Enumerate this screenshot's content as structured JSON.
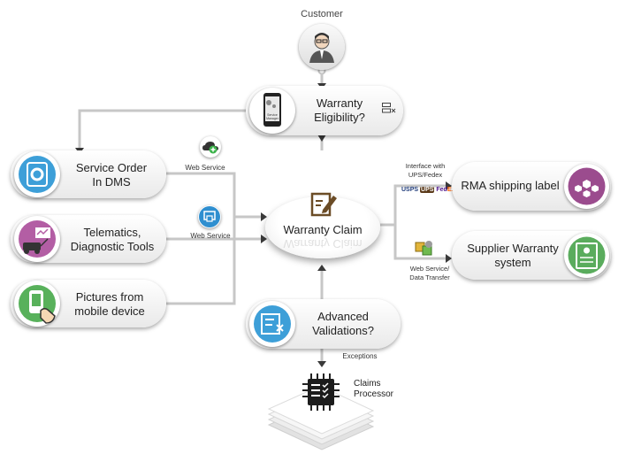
{
  "customer": {
    "label": "Customer",
    "icon": "customer-icon"
  },
  "eligibility": {
    "label_line1": "Warranty",
    "label_line2": "Eligibility?",
    "phone_text_line1": "Service",
    "phone_text_line2": "Manager"
  },
  "center": {
    "label": "Warranty Claim",
    "reflection": "Warranty Claim"
  },
  "left_nodes": [
    {
      "label_line1": "Service Order",
      "label_line2": "In DMS",
      "color": "#3d9fd8"
    },
    {
      "label_line1": "Telematics,",
      "label_line2": "Diagnostic Tools",
      "color": "#b35ea4"
    },
    {
      "label_line1": "Pictures from",
      "label_line2": "mobile device",
      "color": "#58b15b"
    }
  ],
  "web_service_1": "Web Service",
  "web_service_2": "Web Service",
  "interface_line1": "Interface with",
  "interface_line2": "UPS/Fedex",
  "carriers": {
    "usps": "USPS",
    "ups": "UPS",
    "fedex_fed": "Fed",
    "fedex_ex": "Ex"
  },
  "rma": {
    "label": "RMA shipping label",
    "color": "#9b4c8e"
  },
  "supplier": {
    "label_line1": "Supplier Warranty",
    "label_line2": "system",
    "color": "#5aac5d"
  },
  "web_service_data_line1": "Web Service/",
  "web_service_data_line2": "Data Transfer",
  "advanced": {
    "label_line1": "Advanced",
    "label_line2": "Validations?",
    "color": "#3d9fd8"
  },
  "exceptions": "Exceptions",
  "claims_processor": {
    "line1": "Claims",
    "line2": "Processor"
  }
}
